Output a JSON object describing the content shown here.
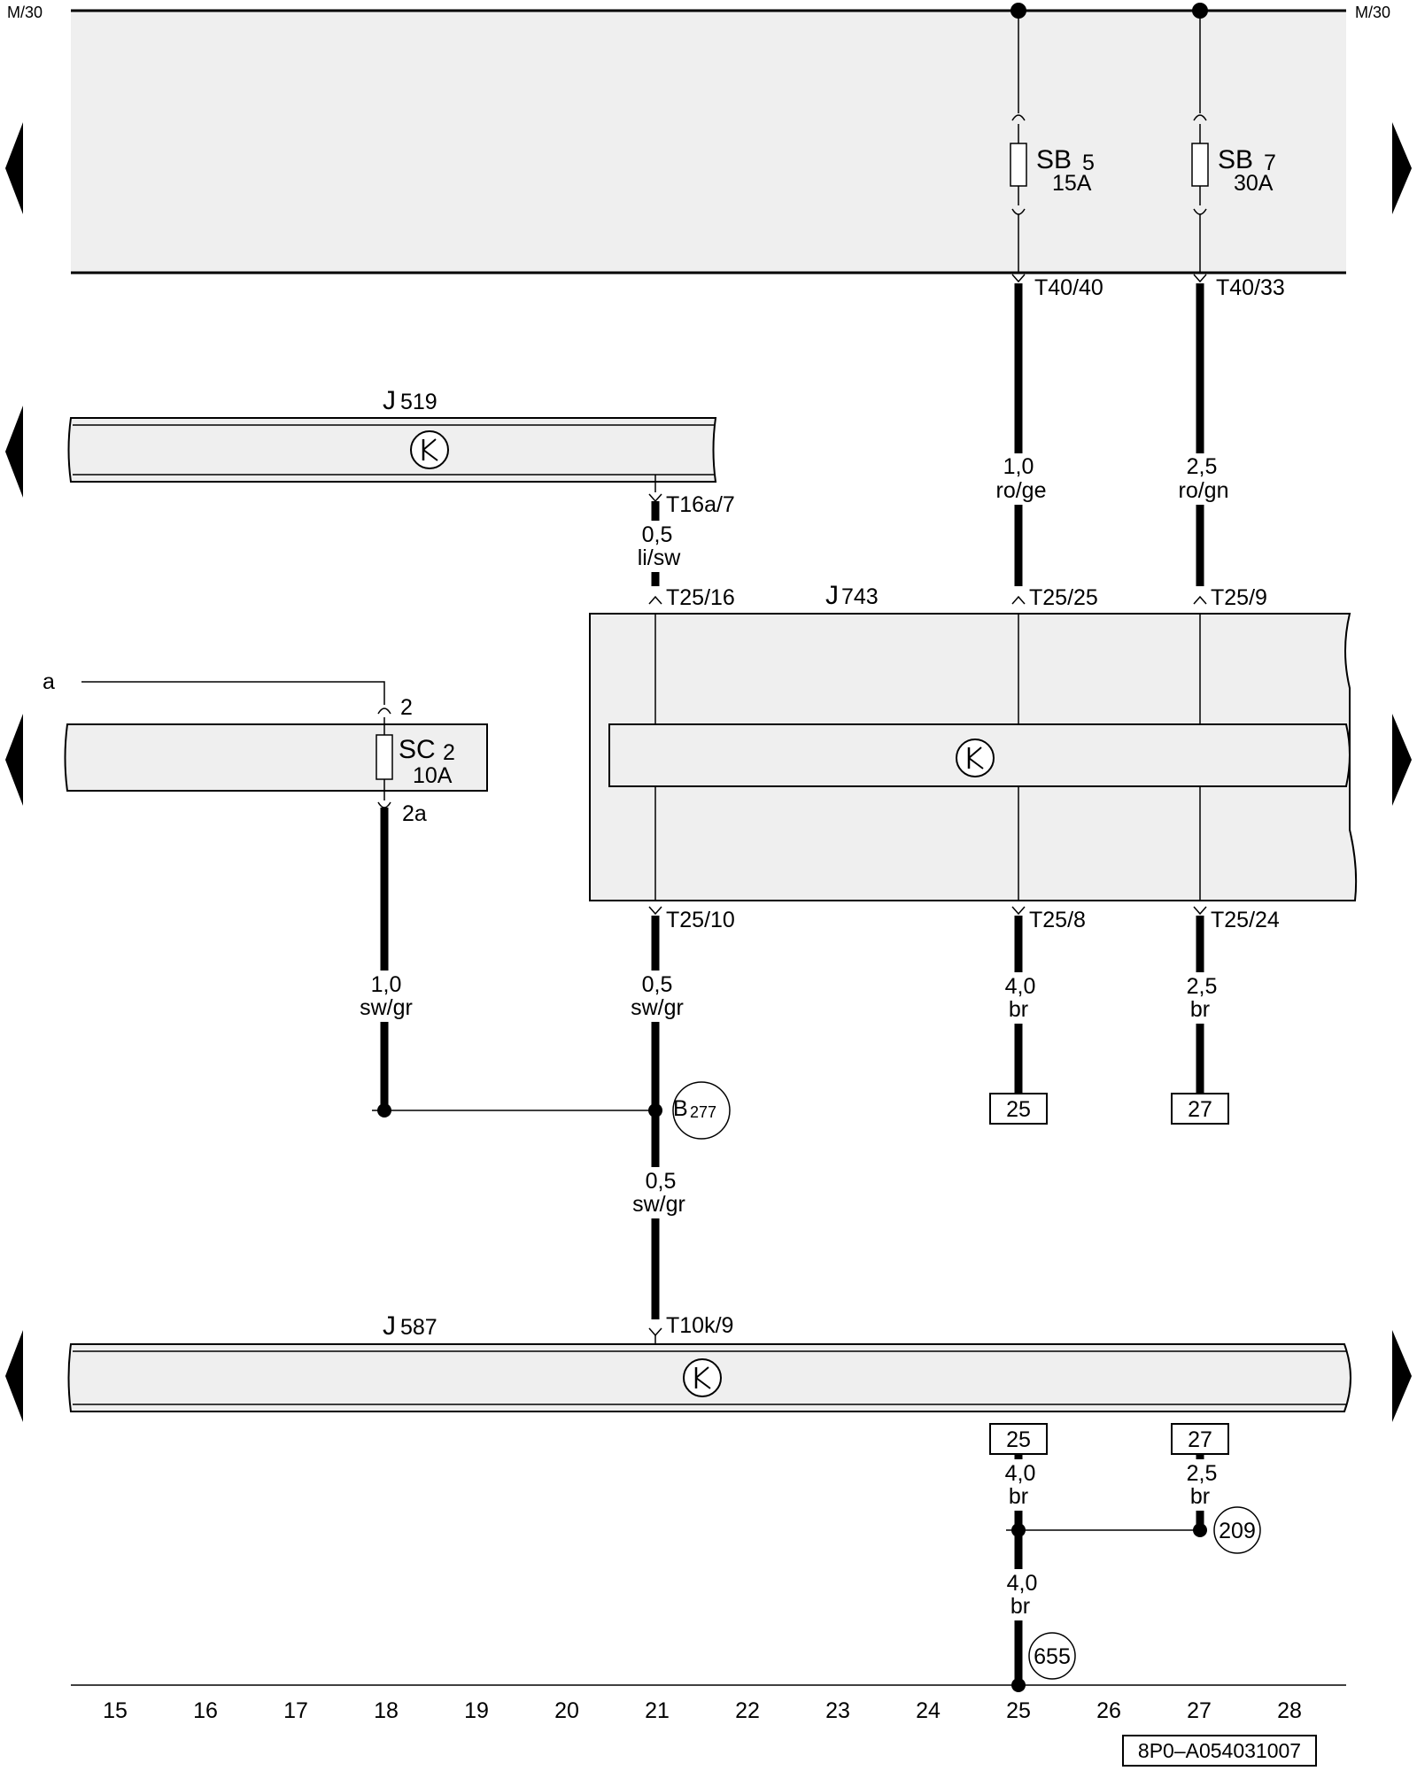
{
  "rails": {
    "left_label": "M/30",
    "right_label": "M/30"
  },
  "fuses": {
    "sb5": {
      "name": "SB",
      "number": "5",
      "rating": "15A"
    },
    "sb7": {
      "name": "SB",
      "number": "7",
      "rating": "30A"
    },
    "sc2": {
      "name": "SC",
      "number": "2",
      "rating": "10A",
      "in_pin": "2",
      "out_pin": "2a"
    }
  },
  "components": {
    "j519": {
      "letter": "J",
      "number": "519"
    },
    "j743": {
      "letter": "J",
      "number": "743"
    },
    "j587": {
      "letter": "J",
      "number": "587"
    }
  },
  "connectors": {
    "t40_40": "T40/40",
    "t40_33": "T40/33",
    "t16a_7": "T16a/7",
    "t25_16": "T25/16",
    "t25_25": "T25/25",
    "t25_9": "T25/9",
    "t25_10": "T25/10",
    "t25_8": "T25/8",
    "t25_24": "T25/24",
    "t10k_9": "T10k/9"
  },
  "wires": {
    "w1_size": "1,0",
    "w1_color": "ro/ge",
    "w2_size": "2,5",
    "w2_color": "ro/gn",
    "w3_size": "0,5",
    "w3_color": "li/sw",
    "w4_size": "1,0",
    "w4_color": "sw/gr",
    "w5_size": "0,5",
    "w5_color": "sw/gr",
    "w6_size": "4,0",
    "w6_color": "br",
    "w7_size": "2,5",
    "w7_color": "br",
    "w8_size": "0,5",
    "w8_color": "sw/gr",
    "w9_size": "4,0",
    "w9_color": "br",
    "w10_size": "2,5",
    "w10_color": "br",
    "w11_size": "4,0",
    "w11_color": "br"
  },
  "references": {
    "ref_25_top": "25",
    "ref_27_top": "27",
    "ref_25_bottom": "25",
    "ref_27_bottom": "27"
  },
  "splices": {
    "b277_letter": "B",
    "b277_number": "277",
    "n209": "209",
    "n655": "655"
  },
  "labels": {
    "a": "a"
  },
  "track_numbers": [
    "15",
    "16",
    "17",
    "18",
    "19",
    "20",
    "21",
    "22",
    "23",
    "24",
    "25",
    "26",
    "27",
    "28"
  ],
  "diagram_code": "8P0–A054031007",
  "colors": {
    "panel_fill": "#efefef",
    "line": "#000000"
  }
}
